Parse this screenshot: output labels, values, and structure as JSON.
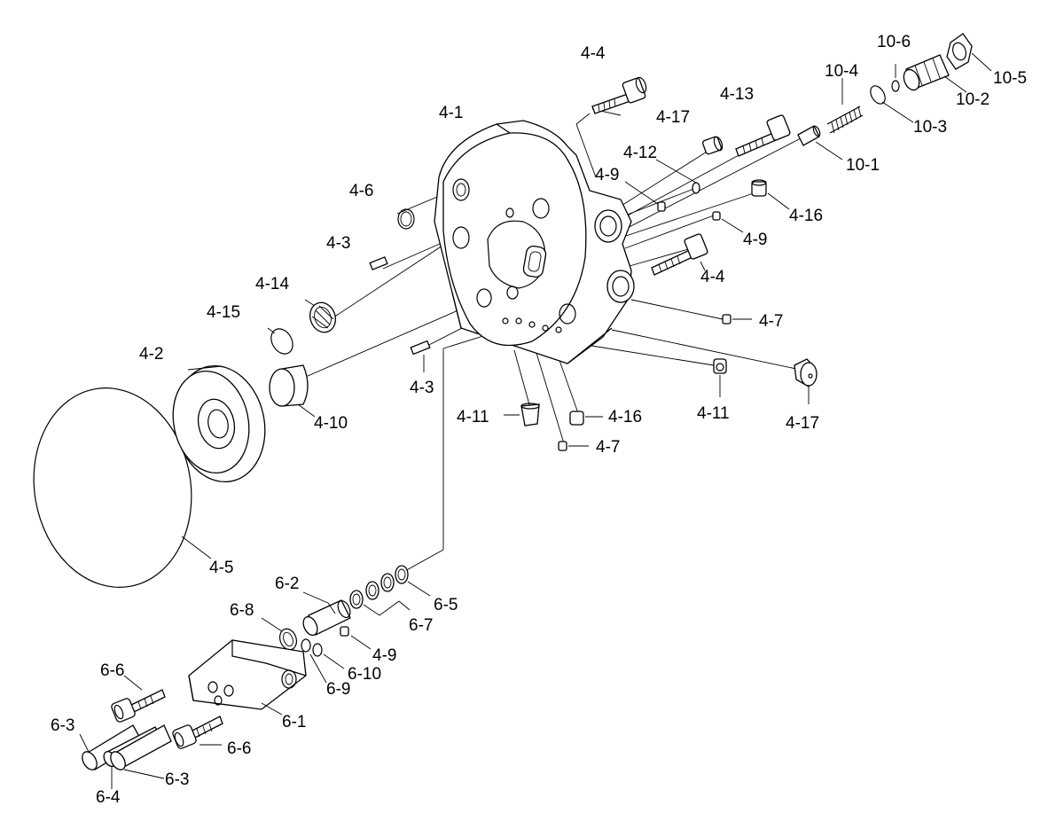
{
  "labels": {
    "l_4_4a": "4-4",
    "l_4_1": "4-1",
    "l_4_13": "4-13",
    "l_4_17a": "4-17",
    "l_4_12": "4-12",
    "l_4_9a": "4-9",
    "l_4_6": "4-6",
    "l_4_3a": "4-3",
    "l_4_14": "4-14",
    "l_4_15": "4-15",
    "l_4_2": "4-2",
    "l_4_10": "4-10",
    "l_4_5": "4-5",
    "l_4_16a": "4-16",
    "l_4_9b": "4-9",
    "l_4_4b": "4-4",
    "l_4_7a": "4-7",
    "l_4_3b": "4-3",
    "l_4_11a": "4-11",
    "l_4_16b": "4-16",
    "l_4_7b": "4-7",
    "l_4_11b": "4-11",
    "l_4_17b": "4-17",
    "l_10_6": "10-6",
    "l_10_4": "10-4",
    "l_10_5": "10-5",
    "l_10_2": "10-2",
    "l_10_3": "10-3",
    "l_10_1": "10-1",
    "l_6_2": "6-2",
    "l_6_8": "6-8",
    "l_6_5": "6-5",
    "l_6_7": "6-7",
    "l_4_9c": "4-9",
    "l_6_10": "6-10",
    "l_6_9": "6-9",
    "l_6_6a": "6-6",
    "l_6_1": "6-1",
    "l_6_3a": "6-3",
    "l_6_6b": "6-6",
    "l_6_4": "6-4",
    "l_6_3b": "6-3"
  }
}
